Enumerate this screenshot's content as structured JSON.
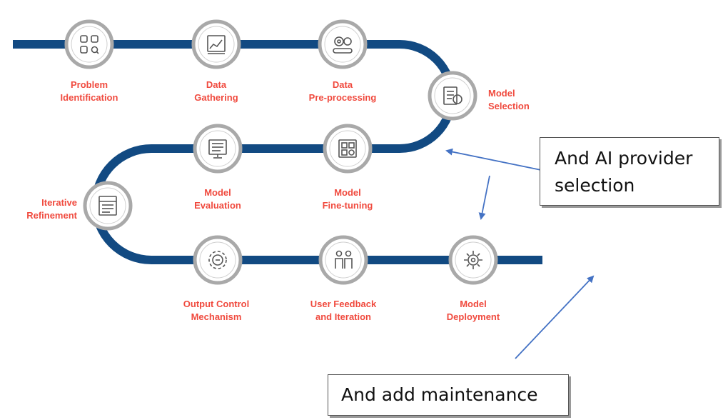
{
  "steps": [
    {
      "id": "problem",
      "line1": "Problem",
      "line2": "Identification",
      "icon": "problem-identification-icon"
    },
    {
      "id": "gathering",
      "line1": "Data",
      "line2": "Gathering",
      "icon": "data-gathering-icon"
    },
    {
      "id": "preprocessing",
      "line1": "Data",
      "line2": "Pre-processing",
      "icon": "data-preprocessing-icon"
    },
    {
      "id": "selection",
      "line1": "Model",
      "line2": "Selection",
      "icon": "model-selection-icon"
    },
    {
      "id": "finetuning",
      "line1": "Model",
      "line2": "Fine-tuning",
      "icon": "model-finetuning-icon"
    },
    {
      "id": "evaluation",
      "line1": "Model",
      "line2": "Evaluation",
      "icon": "model-evaluation-icon"
    },
    {
      "id": "refinement",
      "line1": "Iterative",
      "line2": "Refinement",
      "icon": "iterative-refinement-icon"
    },
    {
      "id": "output",
      "line1": "Output Control",
      "line2": "Mechanism",
      "icon": "output-control-icon"
    },
    {
      "id": "feedback",
      "line1": "User Feedback",
      "line2": "and Iteration",
      "icon": "user-feedback-icon"
    },
    {
      "id": "deployment",
      "line1": "Model",
      "line2": "Deployment",
      "icon": "model-deployment-icon"
    }
  ],
  "notes": {
    "provider": {
      "line1": "And AI provider",
      "line2": "selection"
    },
    "maintenance": {
      "text": "And add maintenance"
    }
  },
  "colors": {
    "track": "#124a82",
    "label": "#f04a3e",
    "node_ring": "#a9a9a9",
    "arrow": "#4472c4"
  }
}
